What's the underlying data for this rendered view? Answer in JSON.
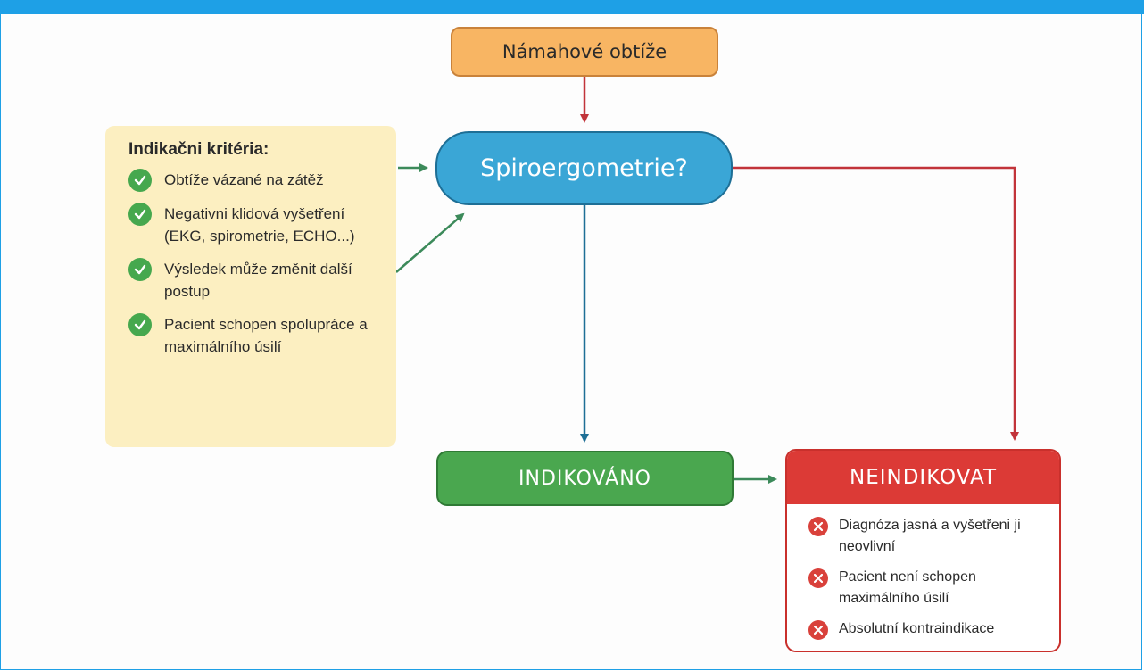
{
  "colors": {
    "frame": "#1ea0e6",
    "start": "#f8b563",
    "decision": "#3aa6d6",
    "criteria_bg": "#fcefc1",
    "indicated": "#4aa74f",
    "not_indicated": "#dc3a36",
    "arrow_red": "#c2343a",
    "arrow_blue": "#1e6f96",
    "arrow_green": "#3c8a5a"
  },
  "flow": {
    "start_label": "Námahové obtíže",
    "decision_label": "Spiroergometrie?",
    "indicated_label": "INDIKOVÁNO",
    "not_indicated_label": "NEINDIKOVAT"
  },
  "criteria": {
    "title": "Indikačni kritéria:",
    "items": [
      "Obtíže vázané na zátěž",
      "Negativni klidová vyšetření (EKG, spirometrie, ECHO...)",
      "Výsledek může změnit další postup",
      "Pacient schopen spolupráce a maximálního úsilí"
    ]
  },
  "contraindications": {
    "items": [
      "Diagnóza jasná a vyšetřeni ji neovlivní",
      "Pacient není schopen maximálního úsilí",
      "Absolutní kontraindikace"
    ]
  }
}
